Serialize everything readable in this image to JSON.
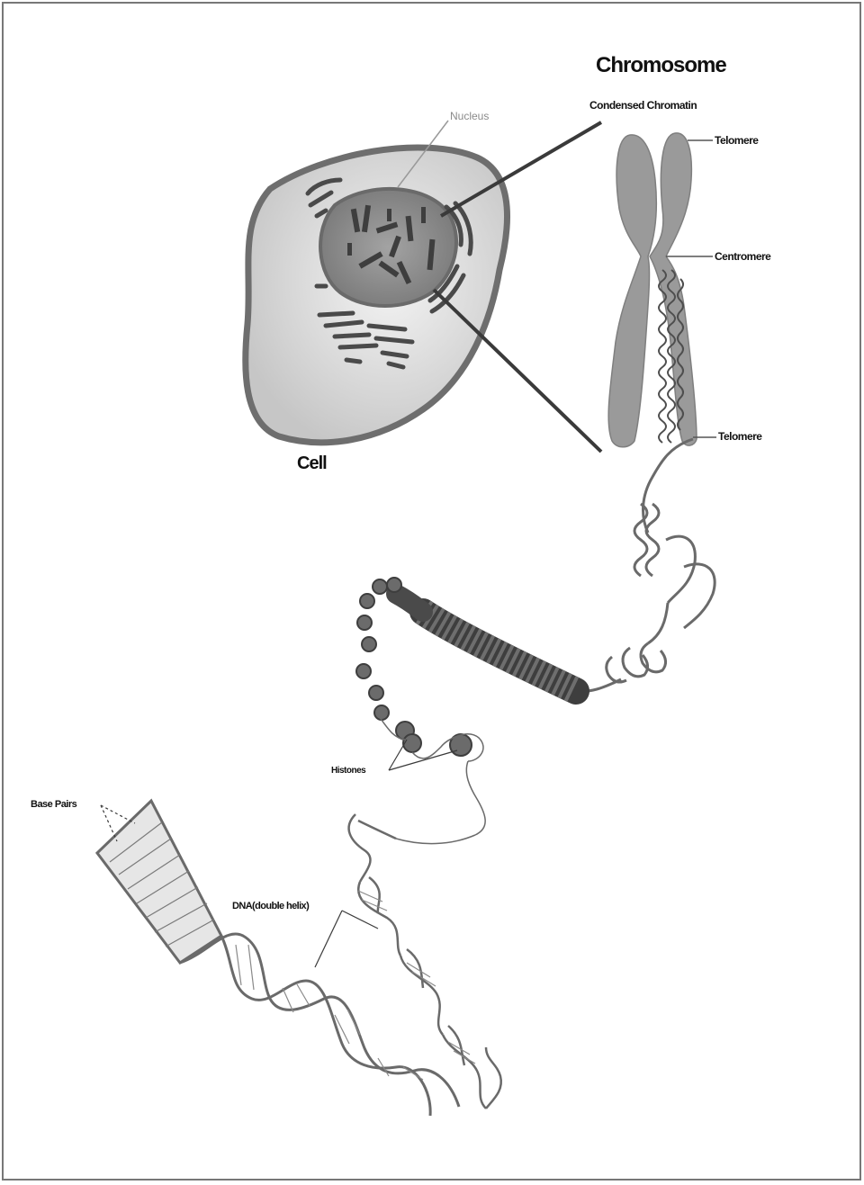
{
  "labels": {
    "chromosome": "Chromosome",
    "condensed_chromatin": "Condensed Chromatin",
    "nucleus": "Nucleus",
    "telomere_top": "Telomere",
    "centromere": "Centromere",
    "telomere_bottom": "Telomere",
    "cell": "Cell",
    "histones": "Histones",
    "base_pairs": "Base Pairs",
    "dna_double_helix": "DNA(double helix)"
  },
  "colors": {
    "border": "#777777",
    "cell_fill": "#d9d9d9",
    "cell_outline": "#6e6e6e",
    "nucleus_fill": "#8f8f8f",
    "chromosome_fill": "#9a9a9a",
    "organelle": "#4a4a4a",
    "leader_line": "#3a3a3a",
    "helix_strand": "#6a6a6a",
    "histone_bead": "#6b6b6b"
  }
}
